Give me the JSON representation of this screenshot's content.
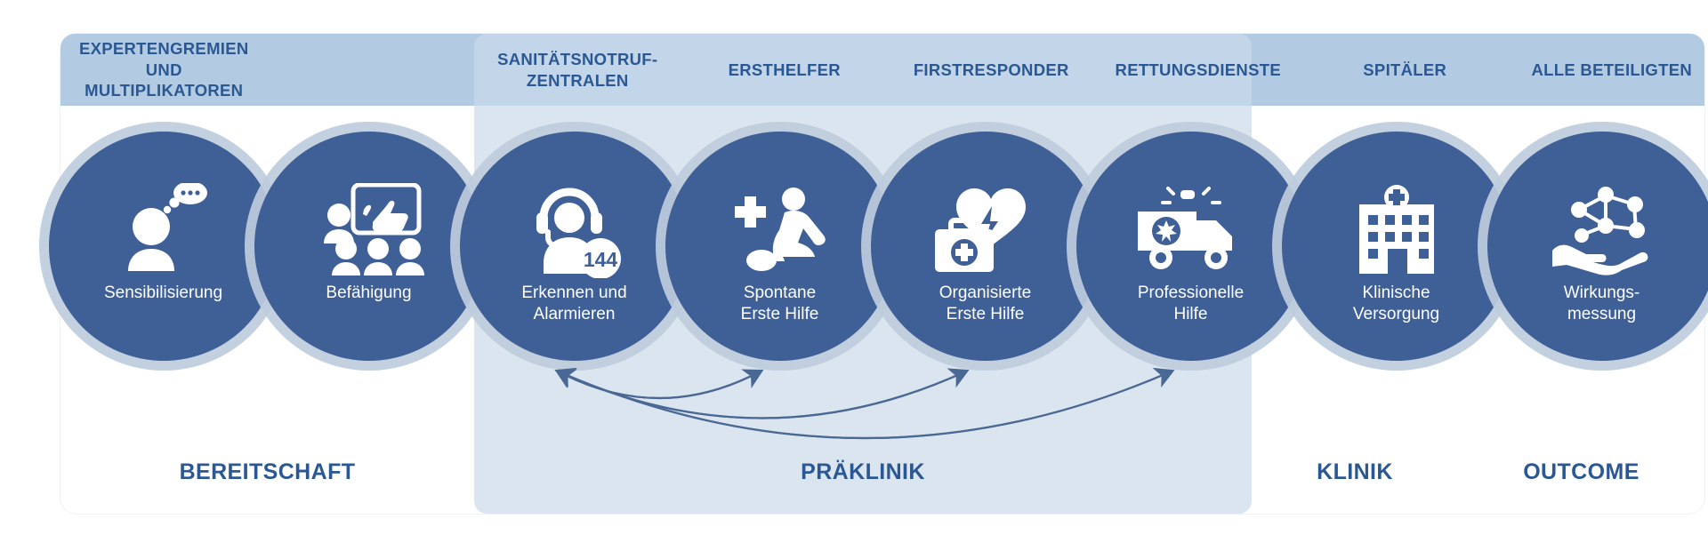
{
  "colors": {
    "circle_fill": "#3f5f97",
    "circle_ring": "#becbdc",
    "header_band": "#b3cbe2",
    "header_band_inner": "#c3d5e8",
    "preklinik_band": "#dbe5ef",
    "text_blue": "#2b5893",
    "arrow": "#4a6894",
    "white": "#ffffff"
  },
  "header": {
    "columns": [
      {
        "label": "EXPERTENGREMIEN\nUND MULTIPLIKATOREN",
        "line1": "EXPERTENGREMIEN",
        "line2": "UND MULTIPLIKATOREN"
      },
      {
        "label": "SANITÄTSNOTRUF-\nZENTRALEN",
        "line1": "SANITÄTSNOTRUF-",
        "line2": "ZENTRALEN"
      },
      {
        "label": "ERSTHELFER",
        "line1": "ERSTHELFER",
        "line2": ""
      },
      {
        "label": "FIRSTRESPONDER",
        "line1": "FIRSTRESPONDER",
        "line2": ""
      },
      {
        "label": "RETTUNGSDIENSTE",
        "line1": "RETTUNGSDIENSTE",
        "line2": ""
      },
      {
        "label": "SPITÄLER",
        "line1": "SPITÄLER",
        "line2": ""
      },
      {
        "label": "ALLE BETEILIGTEN",
        "line1": "ALLE BETEILIGTEN",
        "line2": ""
      }
    ]
  },
  "steps": [
    {
      "icon": "person-thinking-icon",
      "label": "Sensibilisierung",
      "line1": "Sensibilisierung",
      "line2": ""
    },
    {
      "icon": "training-board-icon",
      "label": "Befähigung",
      "line1": "Befähigung",
      "line2": ""
    },
    {
      "icon": "headset-operator-144-icon",
      "badge": "144",
      "label": "Erkennen und Alarmieren",
      "line1": "Erkennen und",
      "line2": "Alarmieren"
    },
    {
      "icon": "cpr-resuscitation-icon",
      "label": "Spontane Erste Hilfe",
      "line1": "Spontane",
      "line2": "Erste Hilfe"
    },
    {
      "icon": "aed-firstaid-kit-icon",
      "label": "Organisierte Erste Hilfe",
      "line1": "Organisierte",
      "line2": "Erste Hilfe"
    },
    {
      "icon": "ambulance-icon",
      "label": "Professionelle Hilfe",
      "line1": "Professionelle",
      "line2": "Hilfe"
    },
    {
      "icon": "hospital-icon",
      "label": "Klinische Versorgung",
      "line1": "Klinische",
      "line2": "Versorgung"
    },
    {
      "icon": "network-hand-icon",
      "label": "Wirkungsmessung",
      "line1": "Wirkungs-",
      "line2": "messung"
    }
  ],
  "phases": [
    {
      "label": "BEREITSCHAFT"
    },
    {
      "label": "PRÄKLINIK"
    },
    {
      "label": "KLINIK"
    },
    {
      "label": "OUTCOME"
    }
  ],
  "arrows": {
    "description": "three curved arrows from Erkennen und Alarmieren to Spontane Erste Hilfe, Organisierte Erste Hilfe and Professionelle Hilfe",
    "count": 3
  }
}
